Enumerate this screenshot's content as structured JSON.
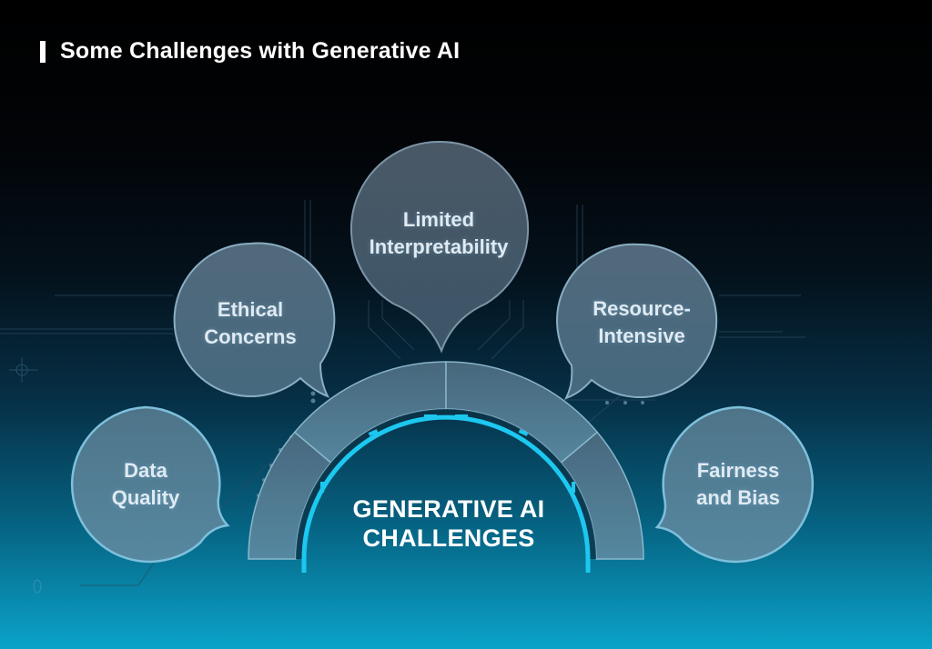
{
  "header": {
    "title": "Some Challenges with Generative AI"
  },
  "diagram": {
    "center": {
      "line1": "GENERATIVE AI",
      "line2": "CHALLENGES"
    },
    "bubbles": [
      {
        "id": "data-quality",
        "line1": "Data",
        "line2": "Quality"
      },
      {
        "id": "ethical-concerns",
        "line1": "Ethical",
        "line2": "Concerns"
      },
      {
        "id": "limited-interpretability",
        "line1": "Limited",
        "line2": "Interpretability"
      },
      {
        "id": "resource-intensive",
        "line1": "Resource-",
        "line2": "Intensive"
      },
      {
        "id": "fairness-and-bias",
        "line1": "Fairness",
        "line2": "and Bias"
      }
    ]
  },
  "colors": {
    "background_top": "#000000",
    "background_bottom": "#0aa3c9",
    "accent_cyan": "#1cc8f0",
    "bubble_fill": "#4f6a7e",
    "bubble_stroke": "#8fc4dc",
    "text": "#ffffff"
  }
}
